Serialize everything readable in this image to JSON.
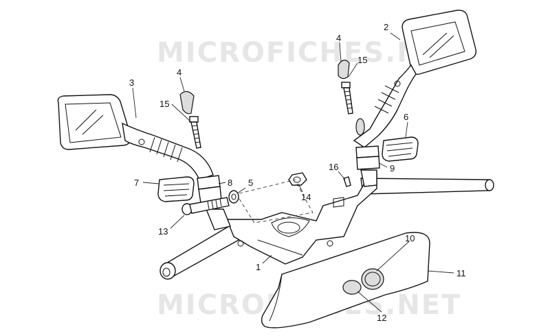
{
  "watermark": "MICROFICHES.NET",
  "callouts": {
    "c1": "1",
    "c2": "2",
    "c3": "3",
    "c4a": "4",
    "c4b": "4",
    "c5": "5",
    "c6": "6",
    "c7": "7",
    "c8": "8",
    "c9": "9",
    "c10": "10",
    "c11": "11",
    "c12": "12",
    "c13": "13",
    "c14": "14",
    "c15a": "15",
    "c15b": "15",
    "c16": "16"
  }
}
